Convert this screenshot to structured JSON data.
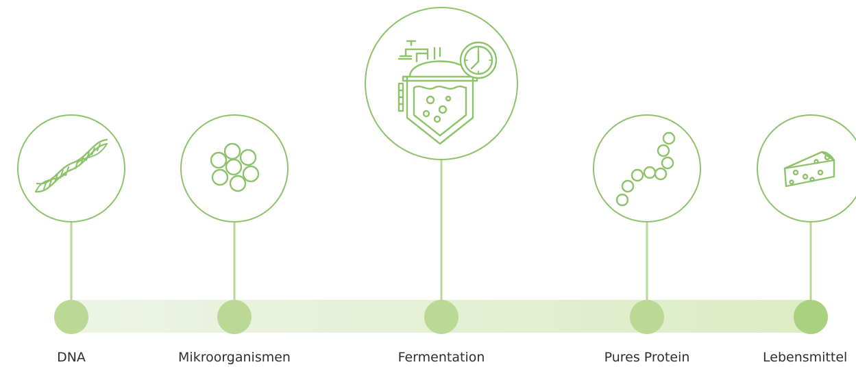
{
  "colors": {
    "stroke": "#8dc26a",
    "connector": "#b6d99a",
    "dot": "#b9d995",
    "dot_end": "#a9d17f",
    "track_start": "#edf4e5",
    "track_end": "#dcecc4",
    "label": "#2e2e2e"
  },
  "steps": [
    {
      "id": "dna",
      "label": "DNA",
      "icon": "dna-icon"
    },
    {
      "id": "mikroorganismen",
      "label": "Mikroorganismen",
      "icon": "microorganism-cluster-icon"
    },
    {
      "id": "fermentation",
      "label": "Fermentation",
      "icon": "fermentation-tank-clock-icon"
    },
    {
      "id": "pures-protein",
      "label": "Pures Protein",
      "icon": "protein-chain-icon"
    },
    {
      "id": "lebensmittel",
      "label": "Lebensmittel",
      "icon": "cheese-icon"
    }
  ]
}
